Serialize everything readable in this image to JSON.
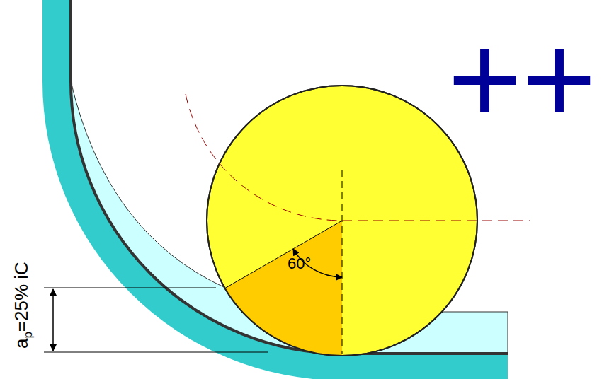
{
  "diagram": {
    "labels": [
      "++",
      "60°",
      "a",
      "p",
      "=25% iC"
    ]
  }
}
